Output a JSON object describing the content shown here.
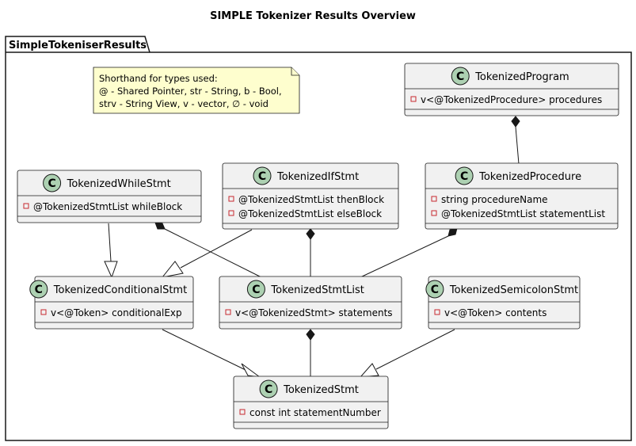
{
  "title": "SIMPLE Tokenizer Results Overview",
  "package": {
    "name": "SimpleTokeniserResults"
  },
  "note": {
    "lines": [
      "Shorthand for types used:",
      "@ - Shared Pointer, str - String, b - Bool,",
      "strv - String View, v - vector, ∅ - void"
    ]
  },
  "class_badge": "C",
  "colors": {
    "class_fill": "#f1f1f1",
    "class_border": "#181818",
    "badge_fill": "#add1b2",
    "note_fill": "#fefece",
    "line": "#181818",
    "private_marker_border": "#c82930"
  },
  "classes": [
    {
      "id": "TokenizedProgram",
      "name": "TokenizedProgram",
      "attributes": [
        "v<@TokenizedProcedure> procedures"
      ]
    },
    {
      "id": "TokenizedWhileStmt",
      "name": "TokenizedWhileStmt",
      "attributes": [
        "@TokenizedStmtList whileBlock"
      ]
    },
    {
      "id": "TokenizedIfStmt",
      "name": "TokenizedIfStmt",
      "attributes": [
        "@TokenizedStmtList thenBlock",
        "@TokenizedStmtList elseBlock"
      ]
    },
    {
      "id": "TokenizedProcedure",
      "name": "TokenizedProcedure",
      "attributes": [
        "string procedureName",
        "@TokenizedStmtList statementList"
      ]
    },
    {
      "id": "TokenizedConditionalStmt",
      "name": "TokenizedConditionalStmt",
      "attributes": [
        "v<@Token> conditionalExp"
      ]
    },
    {
      "id": "TokenizedStmtList",
      "name": "TokenizedStmtList",
      "attributes": [
        "v<@TokenizedStmt> statements"
      ]
    },
    {
      "id": "TokenizedSemicolonStmt",
      "name": "TokenizedSemicolonStmt",
      "attributes": [
        "v<@Token> contents"
      ]
    },
    {
      "id": "TokenizedStmt",
      "name": "TokenizedStmt",
      "attributes": [
        "const int statementNumber"
      ]
    }
  ],
  "relations": [
    {
      "from": "TokenizedProgram",
      "to": "TokenizedProcedure",
      "type": "composition"
    },
    {
      "from": "TokenizedWhileStmt",
      "to": "TokenizedStmtList",
      "type": "composition"
    },
    {
      "from": "TokenizedIfStmt",
      "to": "TokenizedStmtList",
      "type": "composition"
    },
    {
      "from": "TokenizedProcedure",
      "to": "TokenizedStmtList",
      "type": "composition"
    },
    {
      "from": "TokenizedStmtList",
      "to": "TokenizedStmt",
      "type": "composition"
    },
    {
      "from": "TokenizedWhileStmt",
      "to": "TokenizedConditionalStmt",
      "type": "inheritance"
    },
    {
      "from": "TokenizedIfStmt",
      "to": "TokenizedConditionalStmt",
      "type": "inheritance"
    },
    {
      "from": "TokenizedConditionalStmt",
      "to": "TokenizedStmt",
      "type": "inheritance"
    },
    {
      "from": "TokenizedSemicolonStmt",
      "to": "TokenizedStmt",
      "type": "inheritance"
    }
  ]
}
